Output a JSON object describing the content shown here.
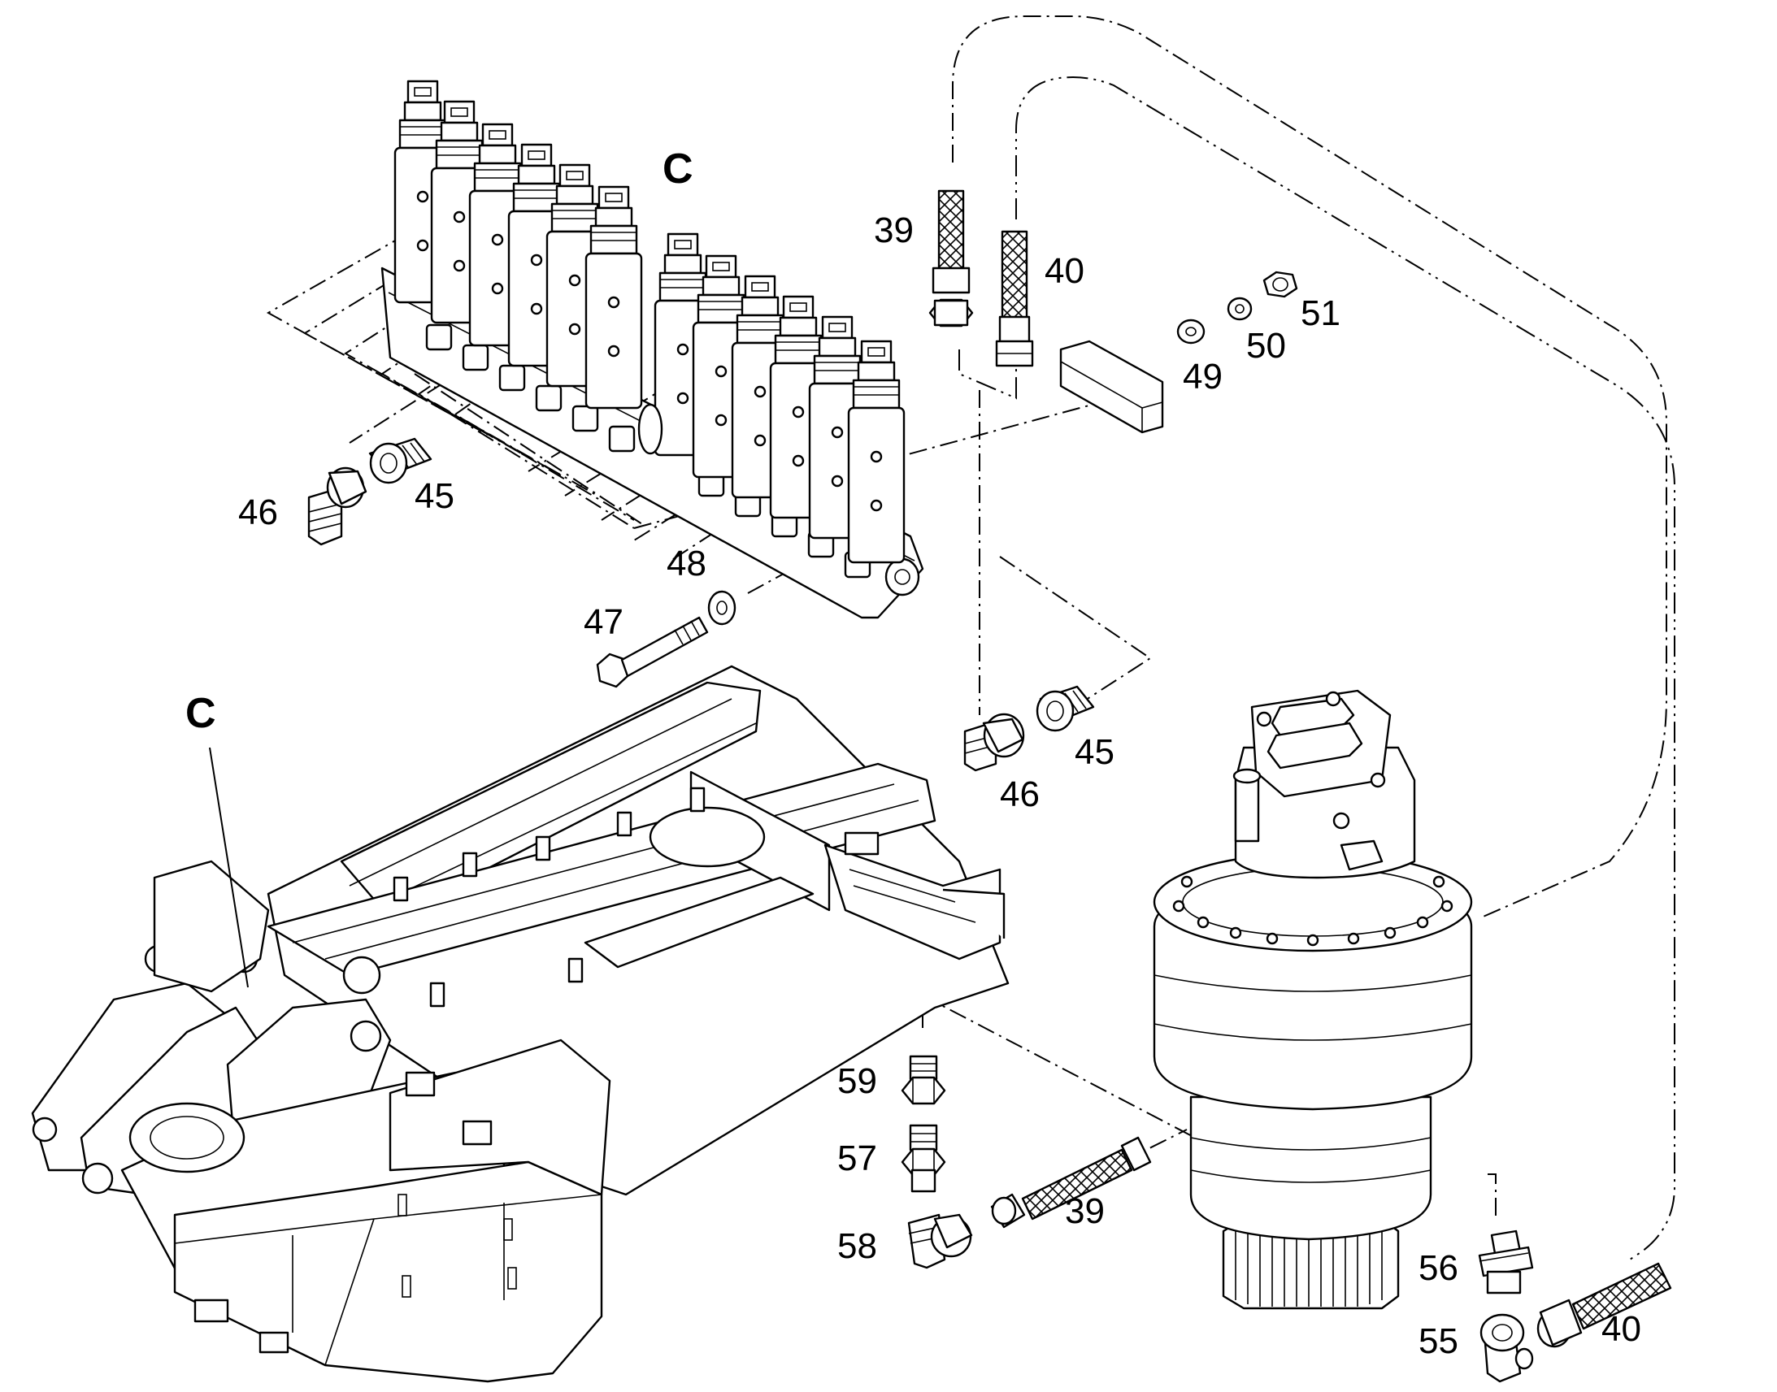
{
  "diagram": {
    "callouts": {
      "c_top": "C",
      "c_frame": "C",
      "p39_top": "39",
      "p40_top": "40",
      "p45_left": "45",
      "p46_left": "46",
      "p47": "47",
      "p48": "48",
      "p49": "49",
      "p50": "50",
      "p51": "51",
      "p45_mid": "45",
      "p46_mid": "46",
      "p59": "59",
      "p57": "57",
      "p58": "58",
      "p39_bottom": "39",
      "p56": "56",
      "p55": "55",
      "p40_bottom": "40"
    }
  }
}
